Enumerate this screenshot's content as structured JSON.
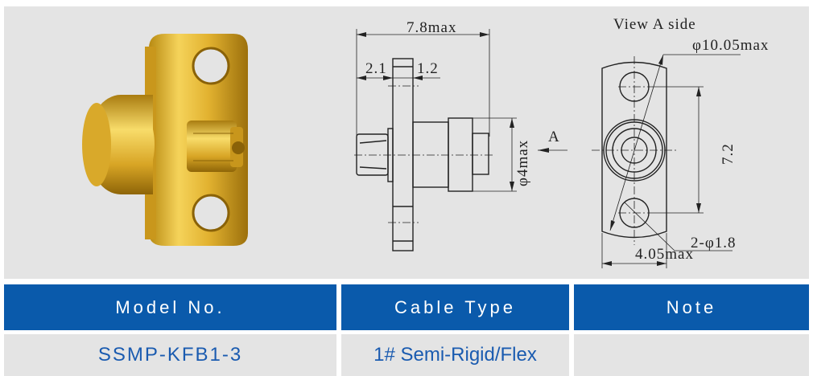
{
  "drawing": {
    "overall_length": "7.8max",
    "dim_left": "2.1",
    "dim_flange": "1.2",
    "body_diameter": "φ4max",
    "view_arrow": "A",
    "view_title": "View A side",
    "flange_diameter": "φ10.05max",
    "hole_spacing": "7.2",
    "flange_width": "4.05max",
    "hole_diameter": "2-φ1.8"
  },
  "table": {
    "headers": [
      "Model No.",
      "Cable Type",
      "Note"
    ],
    "rows": [
      {
        "model": "SSMP-KFB1-3",
        "cable_type": "1# Semi-Rigid/Flex",
        "note": ""
      }
    ]
  },
  "colors": {
    "header_bg": "#0a5aab",
    "row_text": "#1a5bb0",
    "panel_bg": "#e4e4e4"
  }
}
